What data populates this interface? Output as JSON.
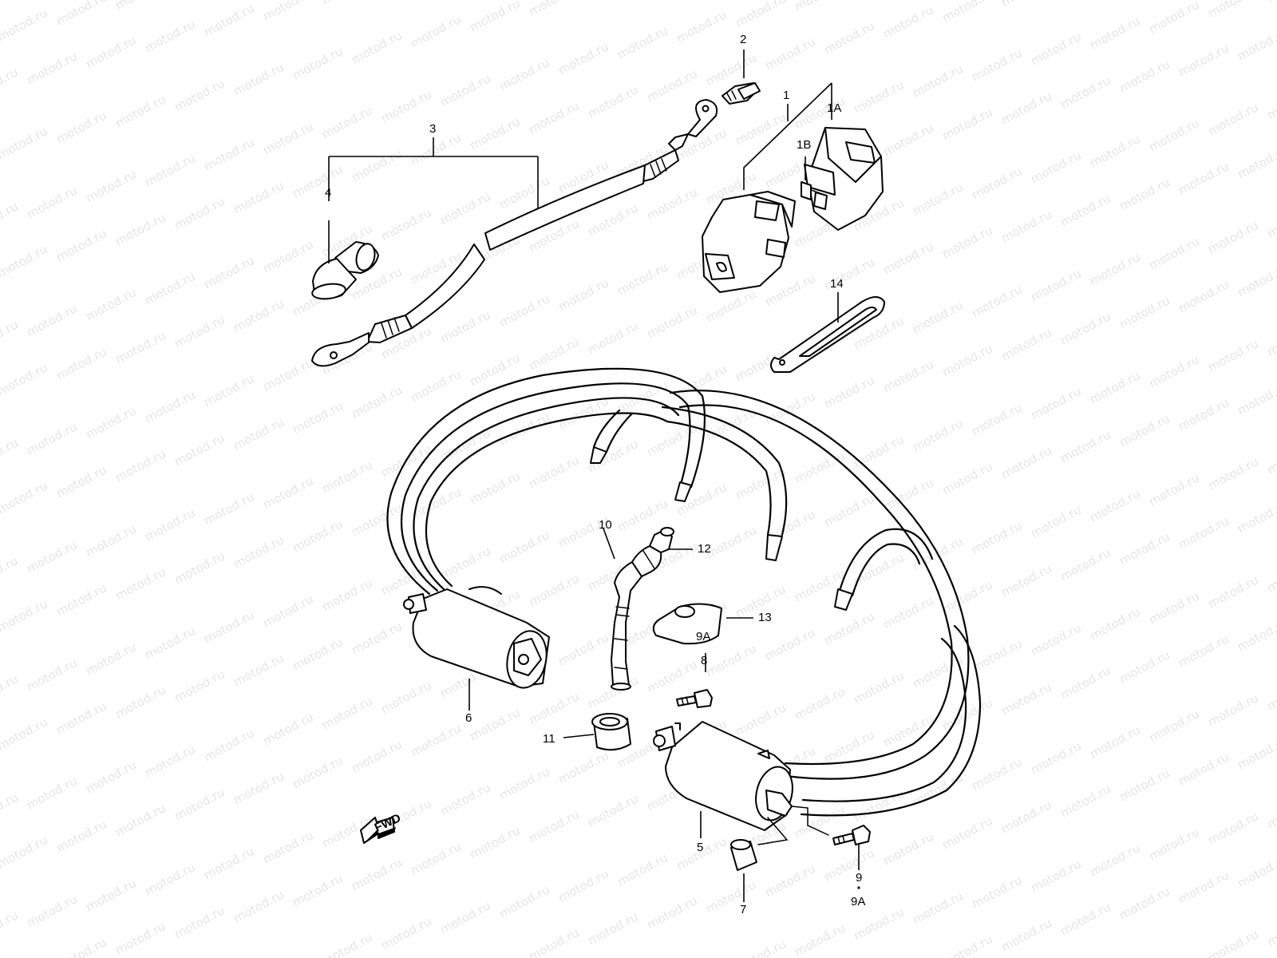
{
  "watermark": {
    "text": "motod.ru"
  },
  "direction_arrow": {
    "label": "FWD"
  },
  "callouts": {
    "c1": "1",
    "c1a": "1A",
    "c1b": "1B",
    "c2": "2",
    "c3": "3",
    "c4": "4",
    "c5": "5",
    "c6": "6",
    "c7": "7",
    "c8": "8",
    "c9": "9",
    "c9a_bottom": "9A",
    "c9a_mid": "9A",
    "c10": "10",
    "c11": "11",
    "c12": "12",
    "c13": "13",
    "c14": "14"
  },
  "colors": {
    "line": "#000000",
    "background": "#ffffff"
  }
}
